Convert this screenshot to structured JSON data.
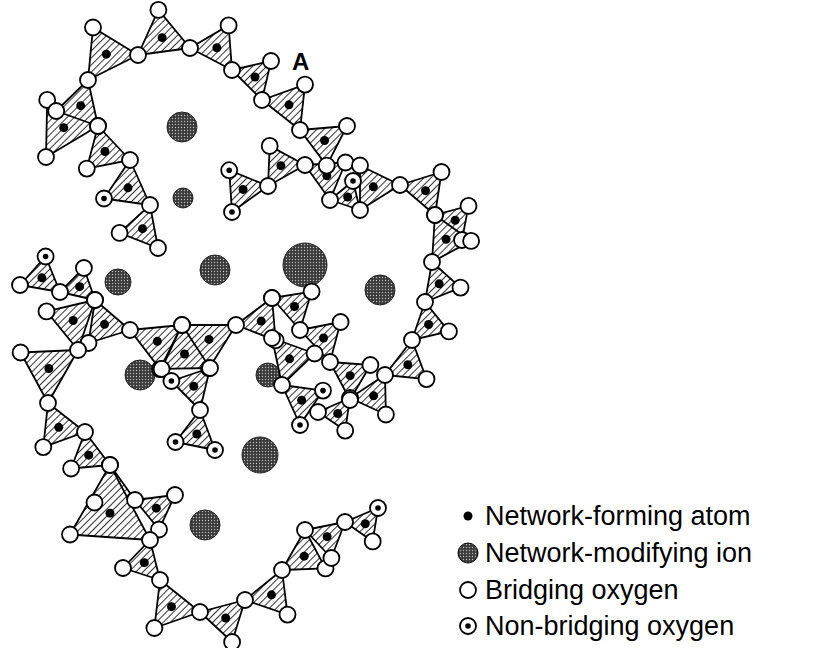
{
  "diagram": {
    "labels": [
      "A"
    ],
    "legend": [
      {
        "text": "Network-forming atom"
      },
      {
        "text": "Network-modifying ion"
      },
      {
        "text": "Bridging oxygen"
      },
      {
        "text": "Non-bridging oxygen"
      }
    ]
  }
}
